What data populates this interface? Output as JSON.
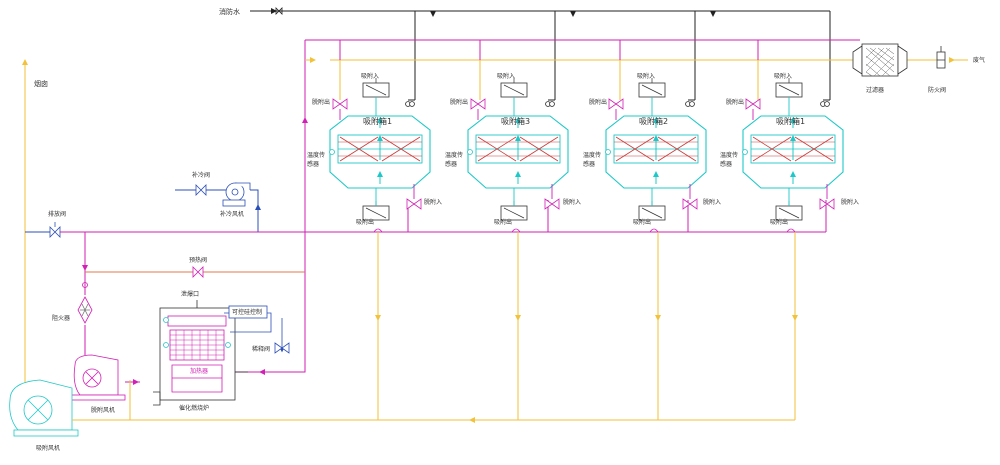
{
  "labels": {
    "fire_water": "消防水",
    "chimney": "烟囱",
    "exhaust": "废气",
    "filter": "过滤器",
    "fire_damper": "防火阀",
    "exhaust_valve": "排放阀",
    "makeup_valve": "补冷阀",
    "makeup_fan": "补冷风机",
    "preheat_valve": "预热阀",
    "flame_arrester": "阻火器",
    "desorption_fan": "脱附风机",
    "adsorption_fan": "吸附风机",
    "catalytic_combustor": "催化燃烧炉",
    "explosion_vent": "泄爆口",
    "plc": "可控硅控制",
    "dilution_valve": "稀释阀",
    "heater": "加热器",
    "adsorb_in": "吸附入",
    "adsorb_out": "吸附出",
    "desorb_in": "脱附入",
    "desorb_out": "脱附出",
    "temp_sensor_l1": "温度传",
    "temp_sensor_l2": "感器"
  },
  "boxes": [
    {
      "title": "吸附箱1"
    },
    {
      "title": "吸附箱3"
    },
    {
      "title": "吸附箱2"
    },
    {
      "title": "吸附箱1"
    }
  ],
  "colors": {
    "tank": "#1fc8c8",
    "magenta": "#d21fb5",
    "yellow": "#f2c23a",
    "black": "#222222",
    "blue": "#2b4fb8",
    "bed_cross": "#c93a3a",
    "orange": "#e07a4c"
  }
}
